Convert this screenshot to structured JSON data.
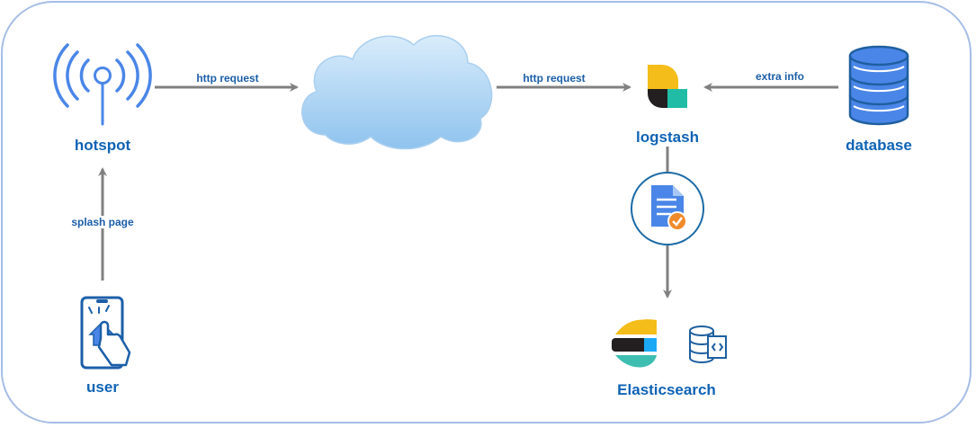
{
  "nodes": {
    "hotspot": {
      "label": "hotspot",
      "icon": "wifi-antenna-icon"
    },
    "cloud": {
      "label": "",
      "icon": "cloud-icon"
    },
    "logstash": {
      "label": "logstash",
      "icon": "logstash-logo-icon"
    },
    "database": {
      "label": "database",
      "icon": "database-icon"
    },
    "user": {
      "label": "user",
      "icon": "touch-phone-icon"
    },
    "filter": {
      "label": "",
      "icon": "document-check-icon"
    },
    "elasticsearch": {
      "label": "Elasticsearch",
      "icon": "elasticsearch-logo-icon"
    }
  },
  "edges": [
    {
      "from": "hotspot",
      "to": "cloud",
      "label": "http request"
    },
    {
      "from": "cloud",
      "to": "logstash",
      "label": "http request"
    },
    {
      "from": "database",
      "to": "logstash",
      "label": "extra info"
    },
    {
      "from": "user",
      "to": "hotspot",
      "label": "splash page"
    },
    {
      "from": "logstash",
      "to": "filter",
      "label": ""
    },
    {
      "from": "filter",
      "to": "elasticsearch",
      "label": ""
    }
  ],
  "colors": {
    "border": "#a6bde6",
    "icon_blue": "#4a86e8",
    "label_blue": "#0f63b5",
    "arrow": "#808080",
    "elastic_yellow": "#f0bf1a",
    "elastic_teal": "#3ebeb0",
    "elastic_black": "#231f20",
    "check_orange": "#f18a2a"
  }
}
